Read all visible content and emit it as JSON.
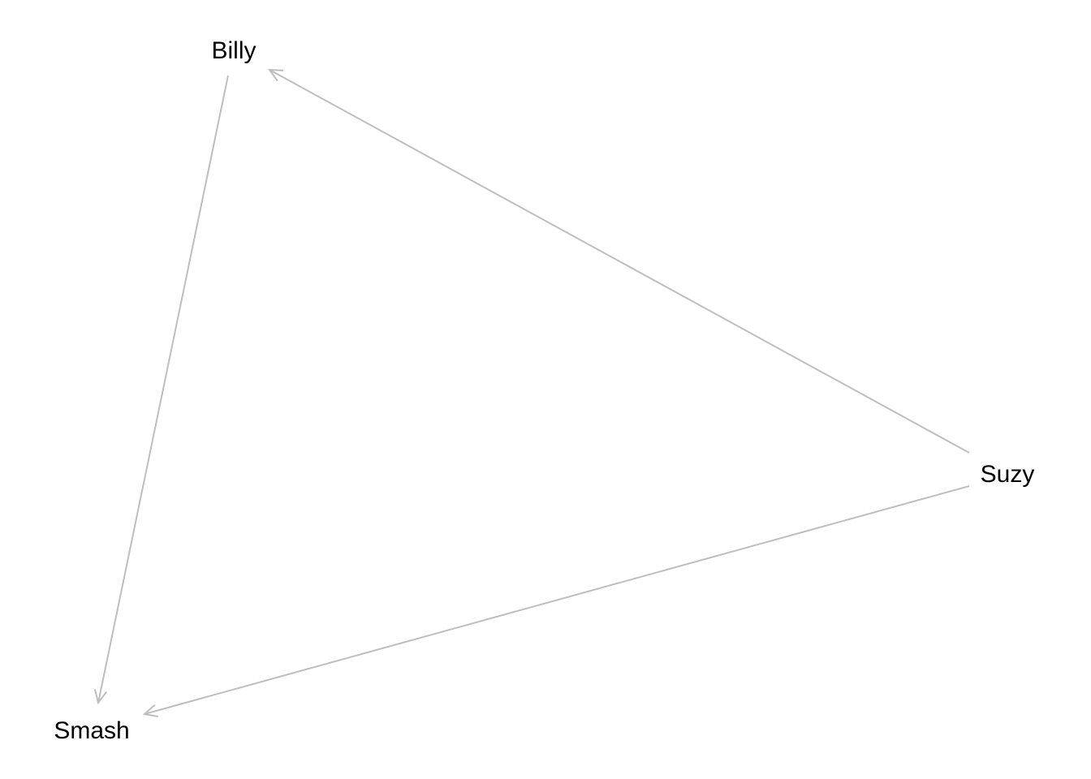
{
  "diagram": {
    "type": "directed-graph",
    "edge_color": "#bebebe",
    "node_text_color": "#000000",
    "nodes": [
      {
        "id": "billy",
        "label": "Billy"
      },
      {
        "id": "suzy",
        "label": "Suzy"
      },
      {
        "id": "smash",
        "label": "Smash"
      }
    ],
    "edges": [
      {
        "from": "suzy",
        "to": "billy"
      },
      {
        "from": "billy",
        "to": "smash"
      },
      {
        "from": "suzy",
        "to": "smash"
      }
    ]
  }
}
